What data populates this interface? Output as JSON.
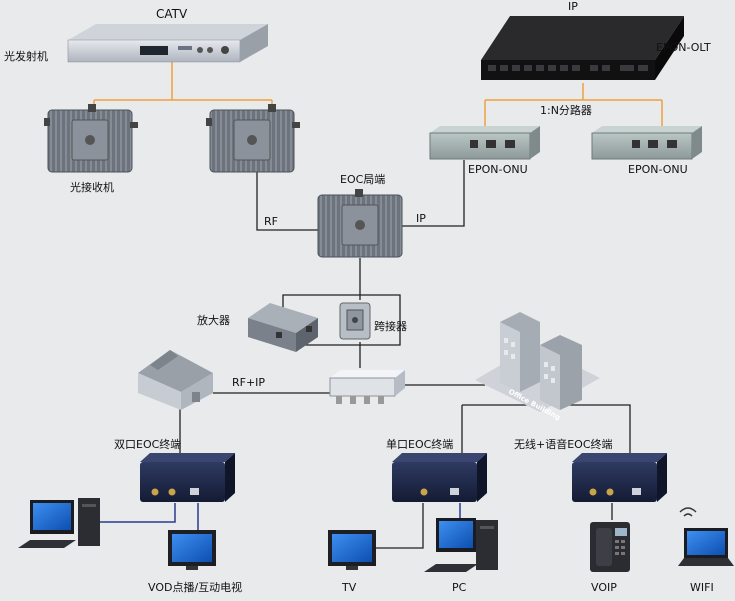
{
  "labels": {
    "catv": "CATV",
    "transmitter": "光发射机",
    "ip": "IP",
    "epon_olt": "EPON-OLT",
    "splitter": "1:N分路器",
    "onu_left": "EPON-ONU",
    "onu_right": "EPON-ONU",
    "optical_receiver": "光接收机",
    "eoc_head": "EOC局端",
    "rf": "RF",
    "ip_link": "IP",
    "amplifier": "放大器",
    "tap": "跨接器",
    "rf_ip": "RF+IP",
    "office_building": "Office Building",
    "dual_eoc": "双口EOC终端",
    "single_eoc": "单口EOC终端",
    "wireless_eoc": "无线+语音EOC终端",
    "vod": "VOD点播/互动电视",
    "tv": "TV",
    "pc": "PC",
    "voip": "VOIP",
    "wifi": "WIFI"
  },
  "colors": {
    "background": "#e9eaec",
    "optical_link": "#f0a040",
    "coax_link": "#222222",
    "ethernet_link": "#2b3a8f",
    "device_gray": "#7d8590",
    "terminal_navy": "#1e2744",
    "olt_black": "#1a1a1a",
    "screen_blue": "#1f6fd6"
  }
}
